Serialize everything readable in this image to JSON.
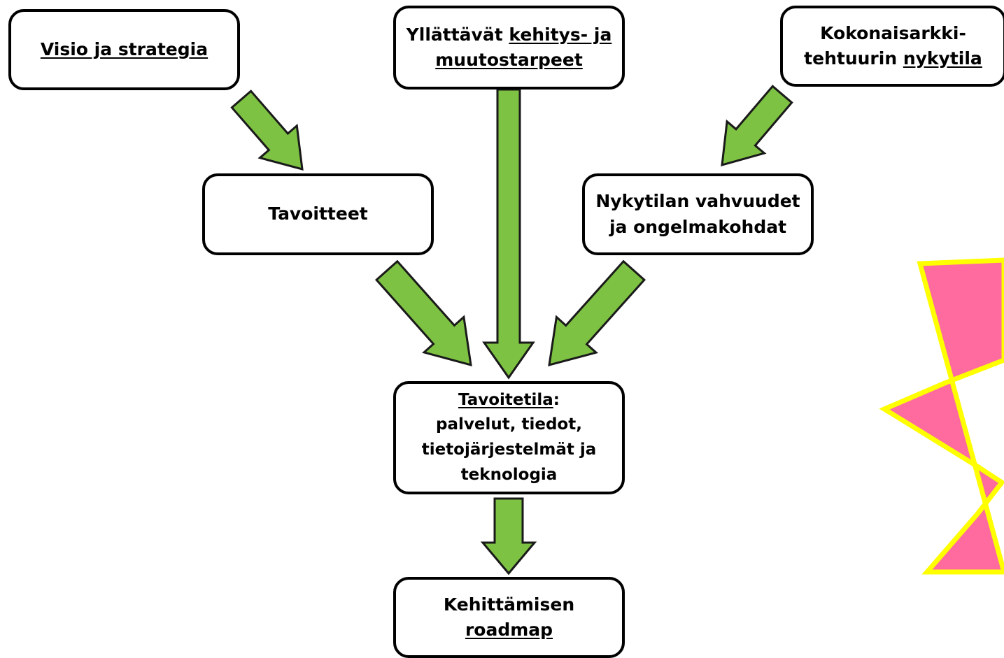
{
  "nodes": {
    "visio": {
      "underlined": "Visio ja strategia"
    },
    "yllattavat": {
      "line1_plain": "Yllättävät ",
      "line1_underlined": "kehitys- ja",
      "line2_underlined": "muutostarpeet"
    },
    "kokonais": {
      "line1_plain": "Kokonaisarkki-",
      "line2_plain": "tehtuurin ",
      "line2_underlined": "nykytila"
    },
    "tavoitteet": {
      "plain": "Tavoitteet"
    },
    "nykytilan": {
      "line1": "Nykytilan vahvuudet",
      "line2": "ja ongelmakohdat"
    },
    "tavoitetila": {
      "line1_underlined": "Tavoitetila",
      "line1_plain": ":",
      "line2": "palvelut, tiedot,",
      "line3": "tietojärjestelmät  ja",
      "line4": "teknologia"
    },
    "roadmap": {
      "line1": "Kehittämisen",
      "line2_underlined": "roadmap"
    }
  },
  "colors": {
    "arrow_fill": "#7dc242",
    "arrow_stroke": "#1a1a1a",
    "node_border": "#000000",
    "starburst_fill": "#ff6b9e",
    "starburst_stroke": "#ffff00"
  },
  "arrows": [
    "arrow-visio-to-tavoitteet",
    "arrow-yllattavat-to-tavoitetila",
    "arrow-kokonais-to-nykytilan",
    "arrow-tavoitteet-to-tavoitetila",
    "arrow-nykytilan-to-tavoitetila",
    "arrow-tavoitetila-to-roadmap"
  ]
}
